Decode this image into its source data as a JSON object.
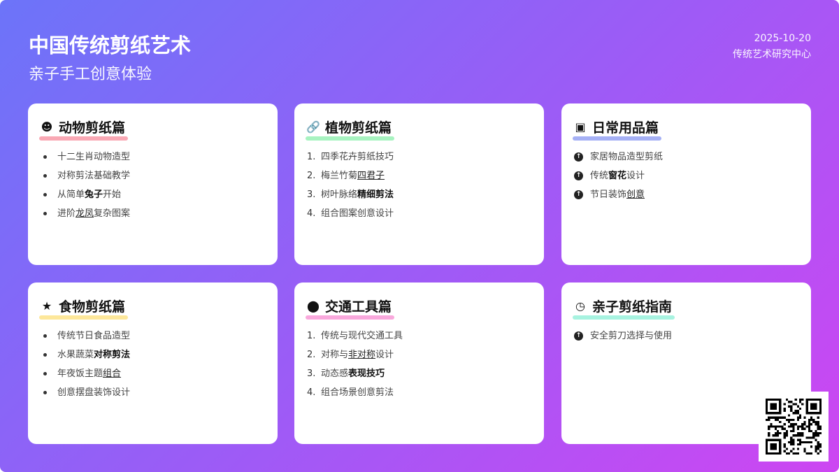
{
  "header": {
    "title": "中国传统剪纸艺术",
    "subtitle": "亲子手工创意体验",
    "date": "2025-10-20",
    "org": "传统艺术研究中心"
  },
  "cards": [
    {
      "title": "动物剪纸篇",
      "icon": "face-icon",
      "color": "#f9a8b4",
      "list": "bullet",
      "items": [
        [
          [
            "十二生肖动物造型",
            ""
          ]
        ],
        [
          [
            "对称剪法基础教学",
            ""
          ]
        ],
        [
          [
            "从简单",
            ""
          ],
          [
            "兔子",
            "b"
          ],
          [
            "开始",
            ""
          ]
        ],
        [
          [
            "进阶",
            ""
          ],
          [
            "龙凤",
            "u"
          ],
          [
            "复杂图案",
            ""
          ]
        ]
      ]
    },
    {
      "title": "植物剪纸篇",
      "icon": "link-icon",
      "color": "#a7f3c0",
      "list": "number",
      "items": [
        [
          [
            "四季花卉剪纸技巧",
            ""
          ]
        ],
        [
          [
            "梅兰竹菊",
            ""
          ],
          [
            "四君子",
            "u"
          ]
        ],
        [
          [
            "树叶脉络",
            ""
          ],
          [
            "精细剪法",
            "b"
          ]
        ],
        [
          [
            "组合图案创意设计",
            ""
          ]
        ]
      ]
    },
    {
      "title": "日常用品篇",
      "icon": "clipboard-icon",
      "color": "#a5b0f5",
      "list": "arrow",
      "items": [
        [
          [
            "家居物品造型剪纸",
            ""
          ]
        ],
        [
          [
            "传统",
            ""
          ],
          [
            "窗花",
            "b"
          ],
          [
            "设计",
            ""
          ]
        ],
        [
          [
            "节日装饰",
            ""
          ],
          [
            "创意",
            "u"
          ]
        ]
      ]
    },
    {
      "title": "食物剪纸篇",
      "icon": "star-icon",
      "color": "#fde79a",
      "list": "bullet",
      "items": [
        [
          [
            "传统节日食品造型",
            ""
          ]
        ],
        [
          [
            "水果蔬菜",
            ""
          ],
          [
            "对称剪法",
            "b"
          ]
        ],
        [
          [
            "年夜饭主题",
            ""
          ],
          [
            "组合",
            "u"
          ]
        ],
        [
          [
            "创意摆盘装饰设计",
            ""
          ]
        ]
      ]
    },
    {
      "title": "交通工具篇",
      "icon": "map-pin-icon",
      "color": "#f9a8dc",
      "list": "number",
      "items": [
        [
          [
            "传统与现代交通工具",
            ""
          ]
        ],
        [
          [
            "对称与",
            ""
          ],
          [
            "非对称",
            "u"
          ],
          [
            "设计",
            ""
          ]
        ],
        [
          [
            "动态感",
            ""
          ],
          [
            "表现技巧",
            "b"
          ]
        ],
        [
          [
            "组合场景创意剪法",
            ""
          ]
        ]
      ]
    },
    {
      "title": "亲子剪纸指南",
      "icon": "clock-icon",
      "color": "#a7f3e0",
      "list": "arrow",
      "items": [
        [
          [
            "安全剪刀选择与使用",
            ""
          ]
        ]
      ]
    }
  ]
}
